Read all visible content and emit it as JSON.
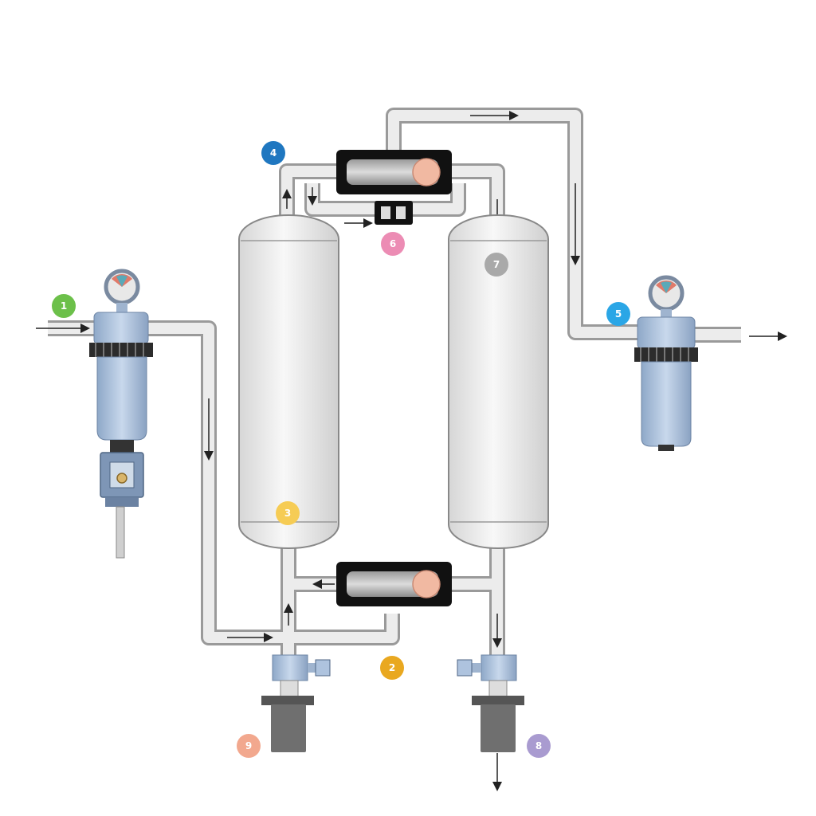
{
  "markers": [
    {
      "label": "1",
      "color": "#6cc04a"
    },
    {
      "label": "2",
      "color": "#e9a820"
    },
    {
      "label": "3",
      "color": "#f6cc55"
    },
    {
      "label": "4",
      "color": "#1f77c0"
    },
    {
      "label": "5",
      "color": "#2aa6e6"
    },
    {
      "label": "6",
      "color": "#ec8cb4"
    },
    {
      "label": "7",
      "color": "#a9a9a9"
    },
    {
      "label": "8",
      "color": "#a99bd0"
    },
    {
      "label": "9",
      "color": "#f2a88e"
    }
  ],
  "colors": {
    "pipe_fill": "#ececec",
    "pipe_stroke": "#9a9a9a",
    "tower_fill": "#efefef",
    "tower_stroke": "#888888",
    "filter_body": "#aec3de",
    "filter_dark": "#2c2c2c",
    "muffler": "#6f6f6f",
    "valve_box": "#111111",
    "valve_knob": "#f1b9a2",
    "arrow": "#222222"
  }
}
